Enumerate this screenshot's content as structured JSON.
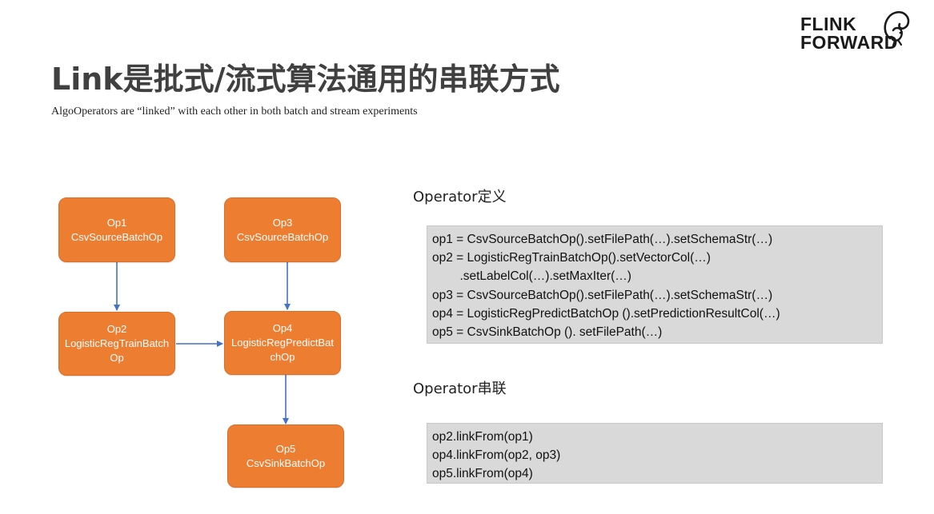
{
  "logo": {
    "line1": "FLINK",
    "line2": "FORWARD"
  },
  "title": "Link是批式/流式算法通用的串联方式",
  "subtitle": "AlgoOperators are “linked” with each other in both batch and stream experiments",
  "colors": {
    "node_fill": "#ED7D31",
    "arrow": "#4472C4",
    "code_bg": "#D9D9D9"
  },
  "diagram": {
    "nodes": [
      {
        "id": "op1",
        "lines": [
          "Op1",
          "CsvSourceBatchOp"
        ]
      },
      {
        "id": "op2",
        "lines": [
          "Op2",
          "LogisticRegTrainBatch",
          "Op"
        ]
      },
      {
        "id": "op3",
        "lines": [
          "Op3",
          "CsvSourceBatchOp"
        ]
      },
      {
        "id": "op4",
        "lines": [
          "Op4",
          "LogisticRegPredictBat",
          "chOp"
        ]
      },
      {
        "id": "op5",
        "lines": [
          "Op5",
          "CsvSinkBatchOp"
        ]
      }
    ],
    "edges": [
      {
        "from": "op1",
        "to": "op2"
      },
      {
        "from": "op2",
        "to": "op4"
      },
      {
        "from": "op3",
        "to": "op4"
      },
      {
        "from": "op4",
        "to": "op5"
      }
    ]
  },
  "definition": {
    "label": "Operator定义",
    "code": [
      "op1 = CsvSourceBatchOp().setFilePath(…).setSchemaStr(…)",
      "op2 = LogisticRegTrainBatchOp().setVectorCol(…)",
      "        .setLabelCol(…).setMaxIter(…)",
      "op3 = CsvSourceBatchOp().setFilePath(…).setSchemaStr(…)",
      "op4 = LogisticRegPredictBatchOp ().setPredictionResultCol(…)",
      "op5 = CsvSinkBatchOp (). setFilePath(…)"
    ]
  },
  "linking": {
    "label": "Operator串联",
    "code": [
      "op2.linkFrom(op1)",
      "op4.linkFrom(op2, op3)",
      "op5.linkFrom(op4)"
    ]
  }
}
